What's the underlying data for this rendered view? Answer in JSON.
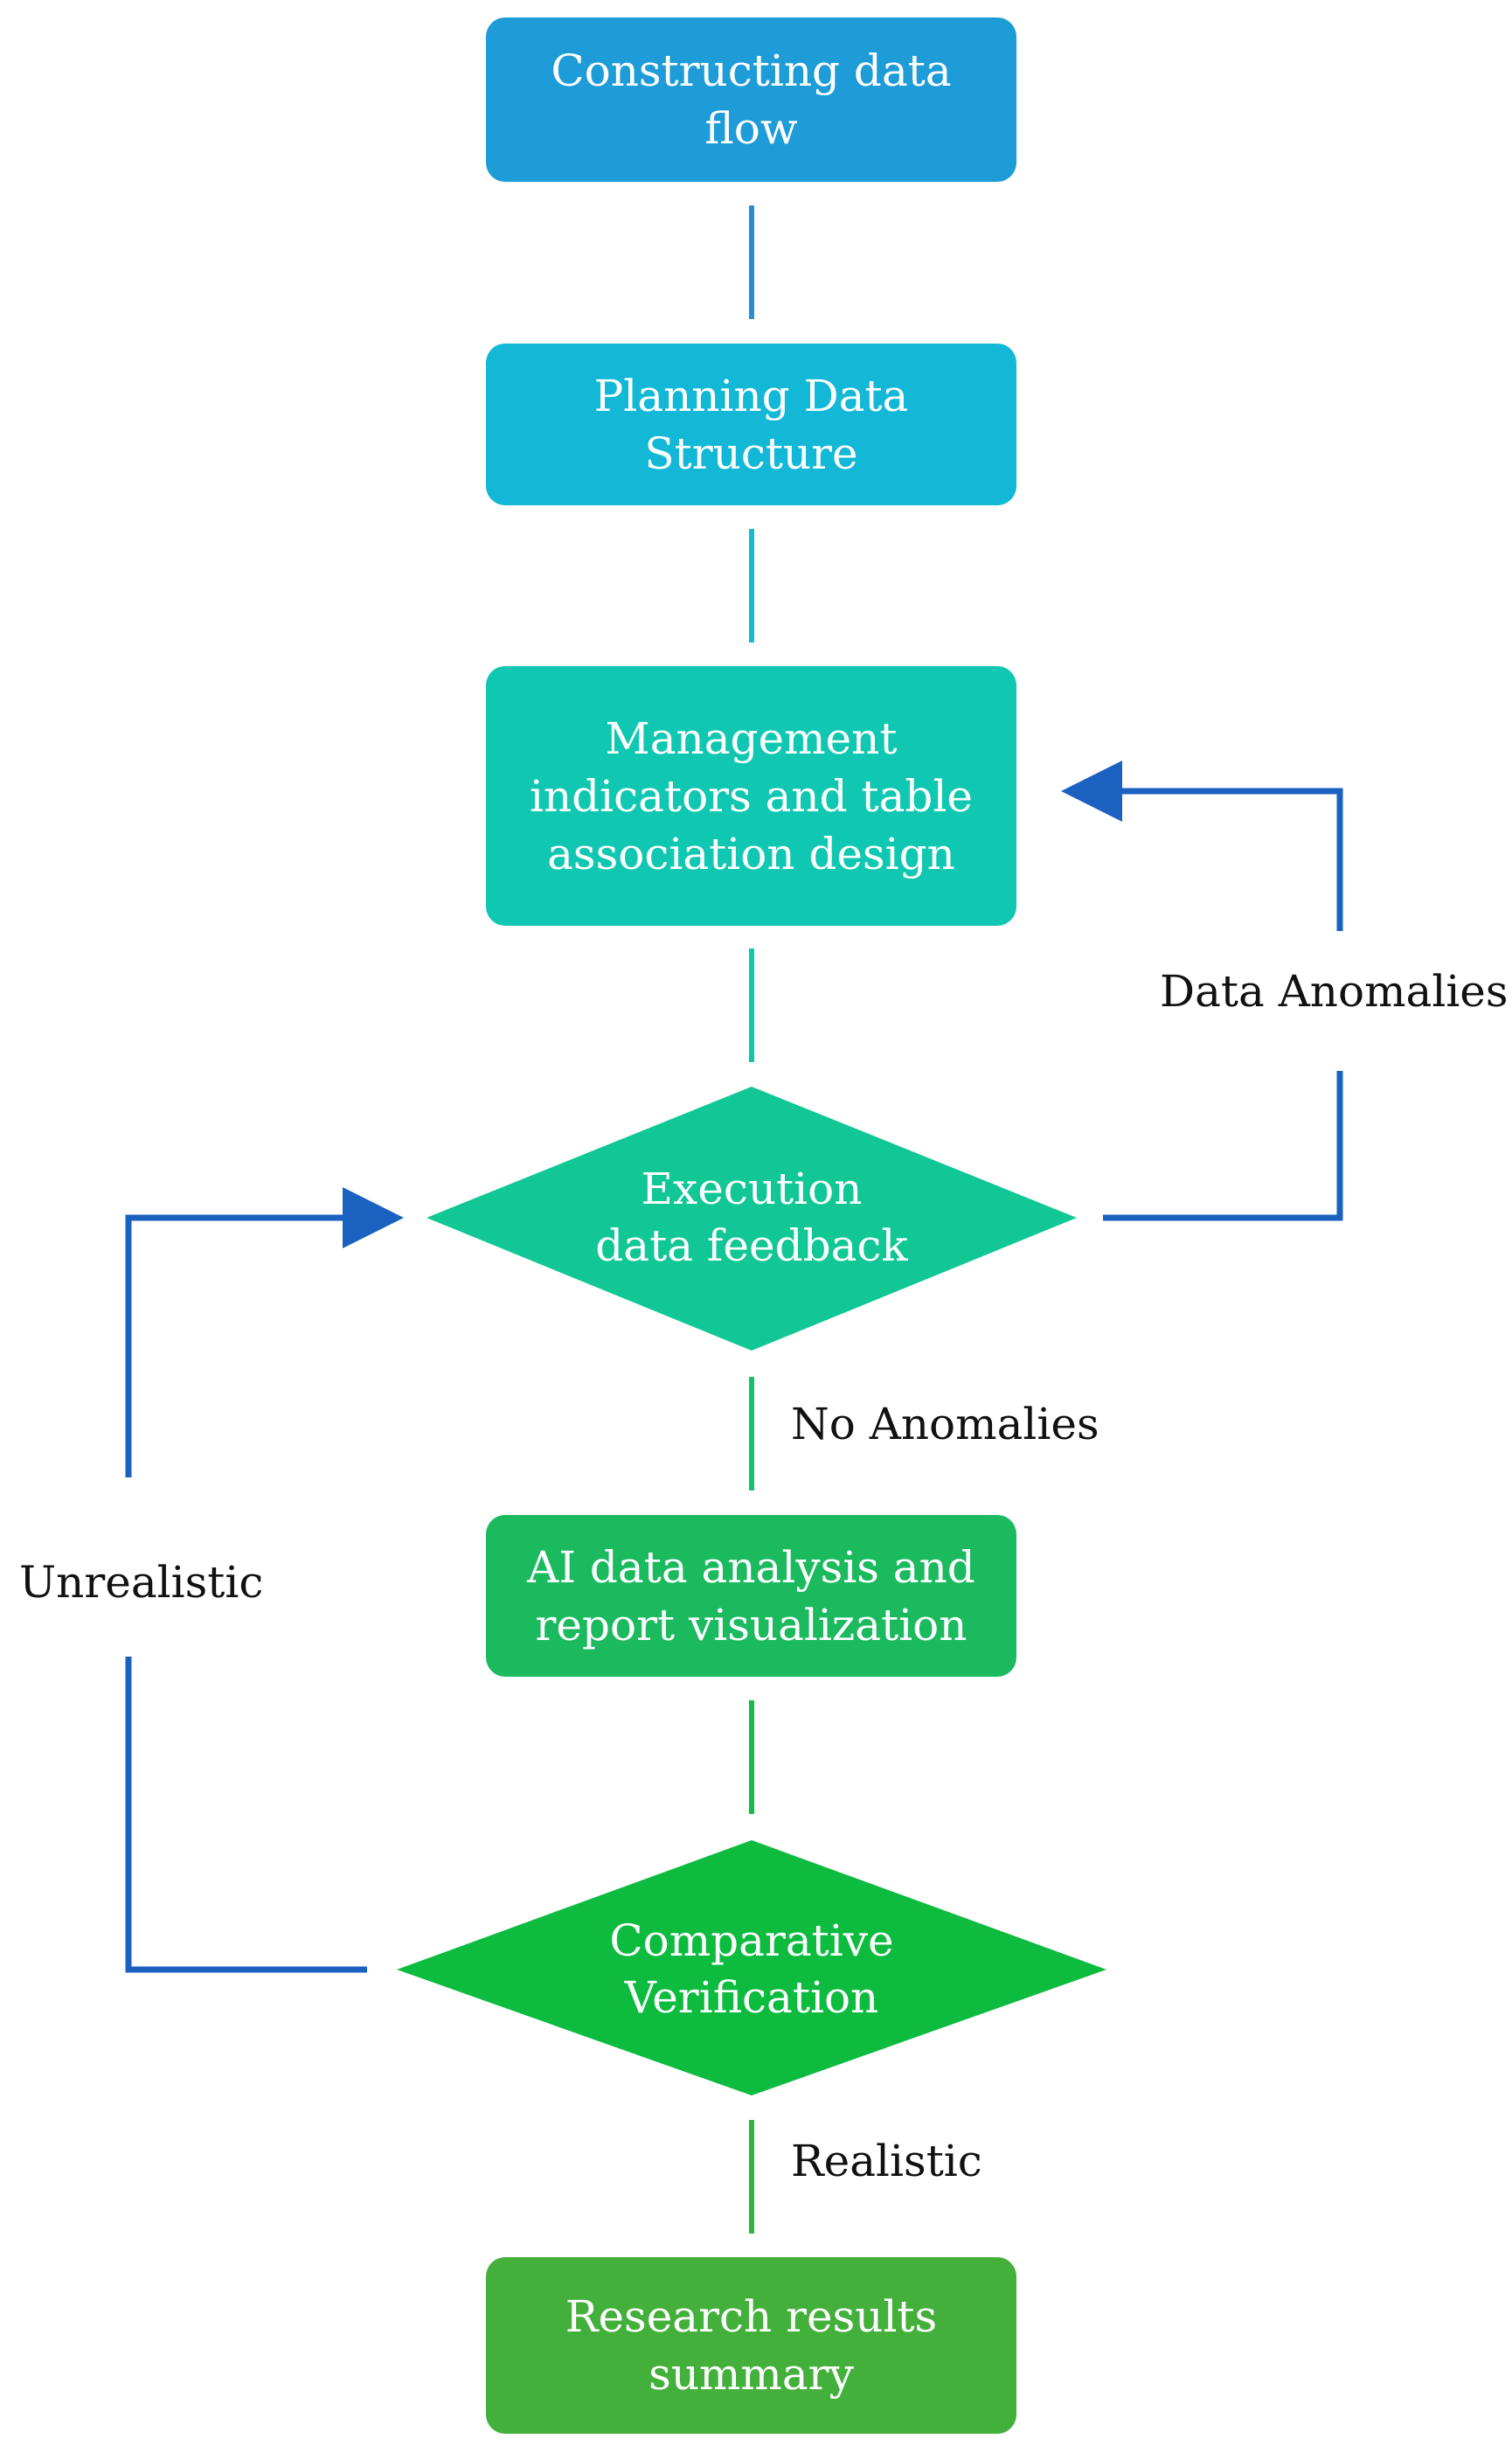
{
  "nodes": {
    "constructing": {
      "label": "Constructing data flow",
      "color": "#1E9CD8"
    },
    "planning": {
      "label": "Planning Data\nStructure",
      "color": "#12B8D6"
    },
    "management": {
      "label": "Management\nindicators and table\nassociation design",
      "color": "#10C8B1"
    },
    "execution": {
      "label": "Execution\ndata feedback",
      "color": "#11C796"
    },
    "ai_analysis": {
      "label": "AI data analysis and\nreport visualization",
      "color": "#1BBA5F"
    },
    "comparative": {
      "label": "Comparative\nVerification",
      "color": "#0DBB3F"
    },
    "research": {
      "label": "Research results\nsummary",
      "color": "#44B03C"
    }
  },
  "edges": {
    "data_anomalies": "Data Anomalies",
    "no_anomalies": "No Anomalies",
    "unrealistic": "Unrealistic",
    "realistic": "Realistic"
  },
  "colors": {
    "feedback_arrow": "#1B62C0"
  }
}
